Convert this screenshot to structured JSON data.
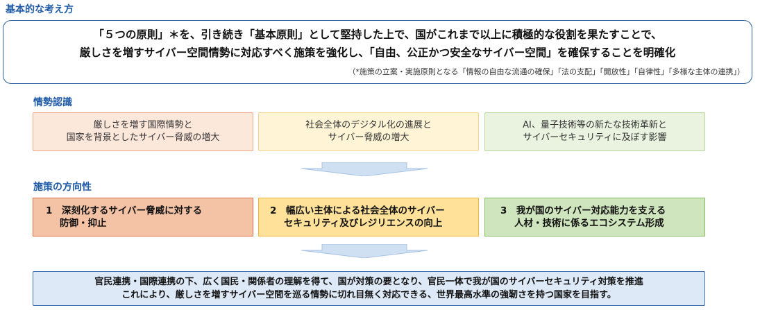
{
  "basic": {
    "title": "基本的な考え方",
    "line1": "「５つの原則」＊を、引き続き「基本原則」として堅持した上で、国がこれまで以上に積極的な役割を果たすことで、",
    "line2": "厳しさを増すサイバー空間情勢に対応すべく施策を強化し、「自由、公正かつ安全なサイバー空間」を確保することを明確化",
    "note": "（*施策の立案・実施原則となる「情報の自由な流通の確保」「法の支配」「開放性」「自律性」「多様な主体の連携」）"
  },
  "situation": {
    "title": "情勢認識",
    "items": [
      {
        "line1": "厳しさを増す国際情勢と",
        "line2": "国家を背景としたサイバー脅威の増大"
      },
      {
        "line1": "社会全体のデジタル化の進展と",
        "line2": "サイバー脅威の増大"
      },
      {
        "line1": "AI、量子技術等の新たな技術革新と",
        "line2": "サイバーセキュリティに及ぼす影響"
      }
    ]
  },
  "policy": {
    "title": "施策の方向性",
    "items": [
      {
        "line1": "1　深刻化するサイバー脅威に対する",
        "line2": "防御・抑止"
      },
      {
        "line1": "2　幅広い主体による社会全体のサイバー",
        "line2": "セキュリティ及びレジリエンスの向上"
      },
      {
        "line1": "3　我が国のサイバー対応能力を支える",
        "line2": "人材・技術に係るエコシステム形成"
      }
    ]
  },
  "conclusion": {
    "line1": "官民連携・国際連携の下、広く国民・関係者の理解を得て、国が対策の要となり、官民一体で我が国のサイバーセキュリティ対策を推進",
    "line2": "これにより、厳しさを増すサイバー空間を巡る情勢に切れ目無く対応できる、世界最高水準の強靭さを持つ国家を目指す。"
  },
  "colors": {
    "accent": "#1f5aa6",
    "orange": "#f0a585",
    "yellow": "#f2d48a",
    "green": "#b6d69c",
    "arrow": "#cfe0f3"
  },
  "icons": [
    "down-arrow-icon"
  ]
}
